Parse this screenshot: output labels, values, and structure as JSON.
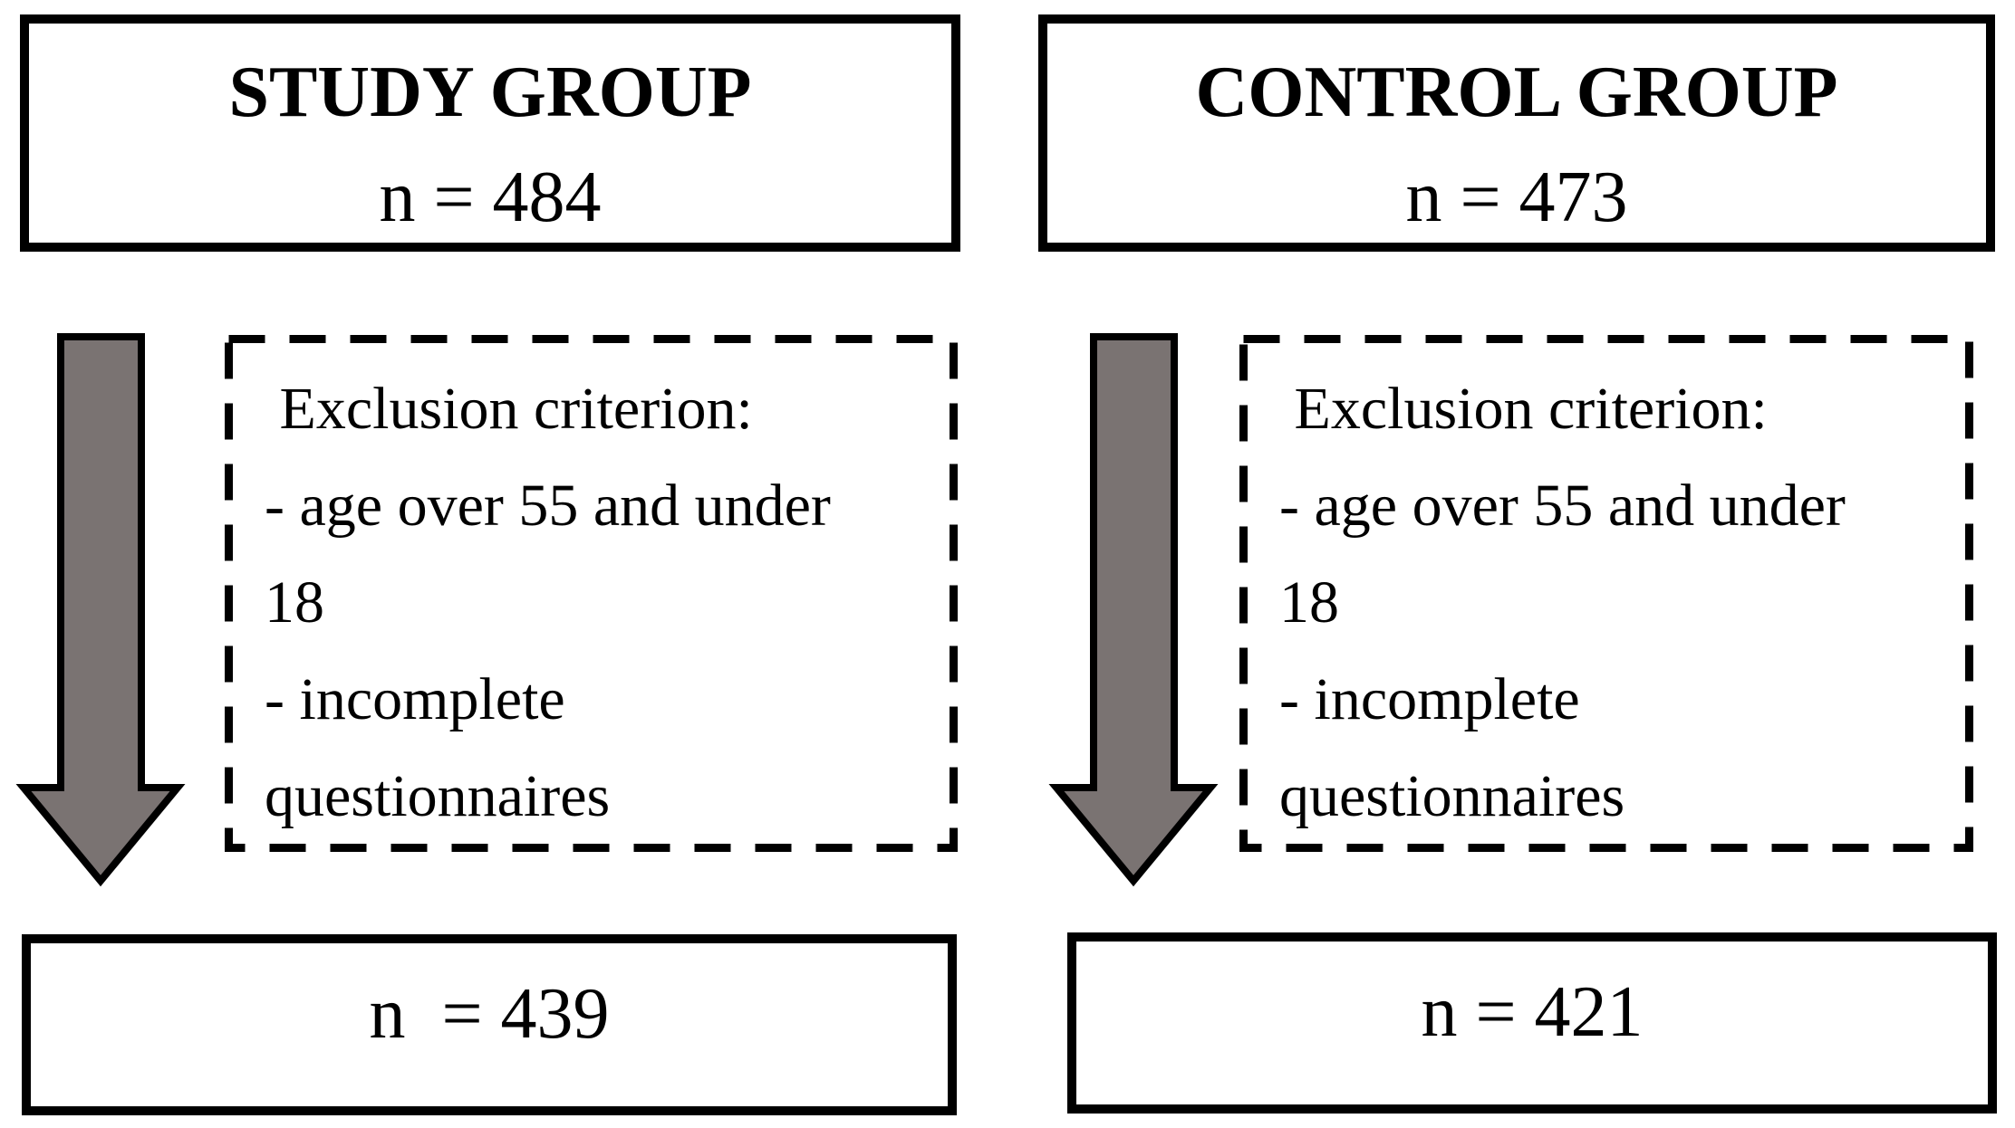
{
  "figure": {
    "background_color": "#ffffff",
    "ink_color": "#000000",
    "arrow_fill_color": "#7a7372"
  },
  "study_group": {
    "title": "STUDY GROUP",
    "n_initial": "n = 484",
    "exclusion_note": " Exclusion criterion:\n- age over 55 and under\n18\n- incomplete\nquestionnaires",
    "n_final": "n  = 439"
  },
  "control_group": {
    "title": "CONTROL GROUP",
    "n_initial": "n = 473",
    "exclusion_note": " Exclusion criterion:\n- age over 55 and under\n18\n- incomplete\nquestionnaires",
    "n_final": "n = 421"
  }
}
